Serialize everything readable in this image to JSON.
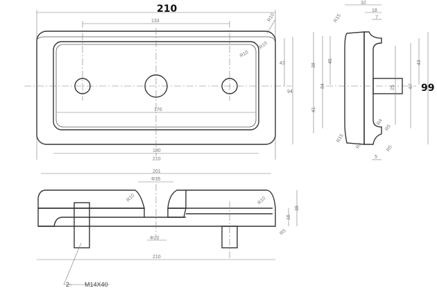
{
  "top_view": {
    "overall_width_label": "210",
    "hole_spacing": "133",
    "inner_length": "176",
    "recess_length": "180",
    "base_length": "210",
    "radius_outer": "R10",
    "radius_mid": "R10",
    "radius_inner": "R10",
    "half_height": "43",
    "height": "94"
  },
  "side_view": {
    "height_label": "99",
    "thickness": "32",
    "rubber": "18",
    "step": "7",
    "r_top": "R15",
    "d_upper": "38",
    "d_a": "45",
    "d_b": "84",
    "d_lower": "41",
    "d_right1": "43",
    "d_right2": "67",
    "d_bolt": "25",
    "r1": "R15",
    "r2": "R5",
    "r3": "R4",
    "r4": "R5",
    "r5": "R5",
    "bottom": "5"
  },
  "front_section": {
    "top_length": "201",
    "hole_top": "Φ35",
    "r_left": "R10",
    "r_right": "R10",
    "height": "38",
    "plate": "16",
    "hole_bottom": "Φ20",
    "r_corner": "R5",
    "overall": "210",
    "bolt_callout_qty": "2-",
    "bolt_callout": "M14X40"
  },
  "colors": {
    "line": "#333333",
    "dim": "#777777"
  }
}
